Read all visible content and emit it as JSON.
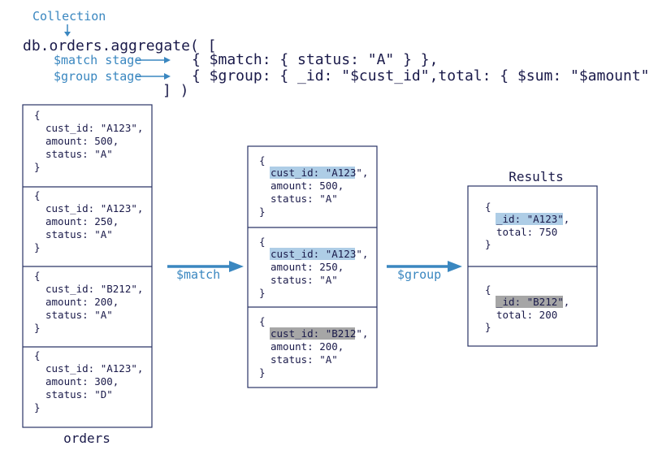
{
  "header": {
    "collection_label": "Collection",
    "code_line1": "db.orders.aggregate( [",
    "stage1_label": "$match stage",
    "stage1_code": "{ $match: { status: \"A\" } },",
    "stage2_label": "$group stage",
    "stage2_code": "{ $group: { _id: \"$cust_id\",total: { $sum: \"$amount\" } } }",
    "code_close": "] )"
  },
  "orders": {
    "label": "orders",
    "docs": [
      {
        "open": "{",
        "cust": "cust_id: \"A123\",",
        "amount": "amount: 500,",
        "status": "status: \"A\"",
        "close": "}"
      },
      {
        "open": "{",
        "cust": "cust_id: \"A123\",",
        "amount": "amount: 250,",
        "status": "status: \"A\"",
        "close": "}"
      },
      {
        "open": "{",
        "cust": "cust_id: \"B212\",",
        "amount": "amount: 200,",
        "status": "status: \"A\"",
        "close": "}"
      },
      {
        "open": "{",
        "cust": "cust_id: \"A123\",",
        "amount": "amount: 300,",
        "status": "status: \"D\"",
        "close": "}"
      }
    ]
  },
  "match_arrow_label": "$match",
  "matched": {
    "docs": [
      {
        "open": "{",
        "cust": "cust_id: \"A123\"",
        "cust_suffix": ",",
        "amount": "amount: 500,",
        "status": "status: \"A\"",
        "close": "}",
        "highlight": "#aecde6"
      },
      {
        "open": "{",
        "cust": "cust_id: \"A123\"",
        "cust_suffix": ",",
        "amount": "amount: 250,",
        "status": "status: \"A\"",
        "close": "}",
        "highlight": "#aecde6"
      },
      {
        "open": "{",
        "cust": "cust_id: \"B212\"",
        "cust_suffix": ",",
        "amount": "amount: 200,",
        "status": "status: \"A\"",
        "close": "}",
        "highlight": "#a6a6a6"
      }
    ]
  },
  "group_arrow_label": "$group",
  "results": {
    "label": "Results",
    "docs": [
      {
        "open": "{",
        "id": "_id: \"A123\"",
        "id_suffix": ",",
        "total": "total: 750",
        "close": "}",
        "highlight": "#aecde6"
      },
      {
        "open": "{",
        "id": "_id: \"B212\"",
        "id_suffix": ",",
        "total": "total: 200",
        "close": "}",
        "highlight": "#a6a6a6"
      }
    ]
  },
  "colors": {
    "accent": "#3a87c0",
    "text": "#1a1a4a",
    "box_border": "#2a3466",
    "highlight_blue": "#aecde6",
    "highlight_gray": "#a6a6a6"
  }
}
